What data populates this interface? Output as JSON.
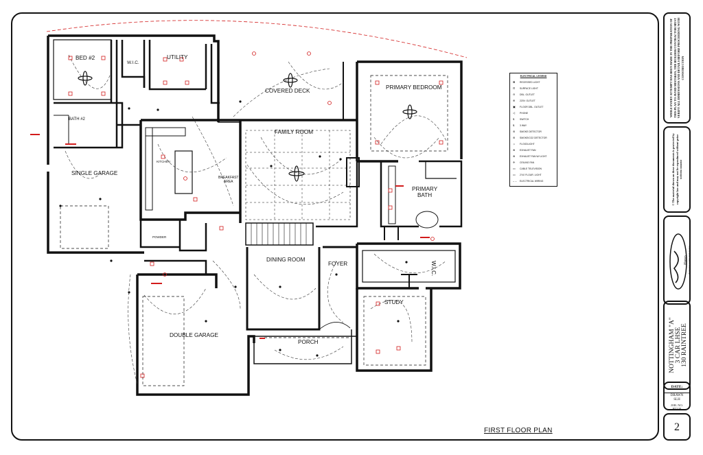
{
  "plan_title": "FIRST FLOOR PLAN",
  "rooms": {
    "bed2": "BED #2",
    "wic_upper": "W.I.C.",
    "utility": "UTILITY",
    "covered_deck": "COVERED DECK",
    "primary_bedroom": "PRIMARY BEDROOM",
    "bath2": "BATH #2",
    "family_room": "FAMILY ROOM",
    "kitchen": "KITCHEN",
    "breakfast_area": "BREAKFAST\nAREA",
    "single_garage": "SINGLE GARAGE",
    "primary_bath": "PRIMARY\nBATH",
    "powder": "POWDER",
    "dining_room": "DINING ROOM",
    "foyer": "FOYER",
    "wic_primary": "W.I.C.",
    "study": "STUDY",
    "double_garage": "DOUBLE GARAGE",
    "porch": "PORCH"
  },
  "legend": {
    "title": "ELECTRICAL LEGEND",
    "items": [
      {
        "sym": "⊠",
        "label": "RECESSED LIGHT"
      },
      {
        "sym": "⊡",
        "label": "SURFACE LIGHT"
      },
      {
        "sym": "⊖",
        "label": "DBL. OUTLET"
      },
      {
        "sym": "⊕",
        "label": "220V. OUTLET"
      },
      {
        "sym": "▣",
        "label": "FLOOR DBL. OUTLET"
      },
      {
        "sym": "◁",
        "label": "PHONE"
      },
      {
        "sym": "$",
        "label": "SWITCH"
      },
      {
        "sym": "$",
        "label": "3 WAY"
      },
      {
        "sym": "⊛",
        "label": "SMOKE DETECTOR"
      },
      {
        "sym": "⊛",
        "label": "SMOKE/CO2 DETECTOR"
      },
      {
        "sym": "☼",
        "label": "FLOODLIGHT"
      },
      {
        "sym": "⊗",
        "label": "EXHAUST FAN"
      },
      {
        "sym": "⊗",
        "label": "EXHAUST FAN W/ LIGHT"
      },
      {
        "sym": "✢",
        "label": "CEILING FAN"
      },
      {
        "sym": "▭",
        "label": "CABLE TELEVISION"
      },
      {
        "sym": "▭",
        "label": "2'X4' FLOUR. LIGHT"
      },
      {
        "sym": "‒ ‒",
        "label": "ELECTRICAL WIRING"
      }
    ]
  },
  "title_block": {
    "disclaimer": "WHILE EVERY ATTEMPT HAS BEEN MADE IN THE PREPARATION OF THIS PLAN TO AVOID MISTAKES, THE BUILDER/CONTRACTOR MUST VERIFY ALL DIMENSIONS AND DETAILS BEFORE PROCEEDING WITH CONSTRUCTION",
    "copyright": "© The material shown on these documents is protected by copyright law and may not be reproduced without prior written consent",
    "logo_text": "Homes",
    "logo_tagline": "distinctive quality built homes",
    "plan_name": "NOTTINGHAM \"A\"",
    "plan_sub": "3 CAR LHSE",
    "address": "130 RAINTREE",
    "date_label": "DATE:",
    "drawn_label": "DRAWN",
    "drawn_value": "SLH",
    "job_label": "JOB. NO.",
    "job_value": "RT130",
    "sheet_number": "2"
  },
  "colors": {
    "wall": "#111111",
    "electrical": "#d21b1b",
    "wiring": "#333333"
  }
}
